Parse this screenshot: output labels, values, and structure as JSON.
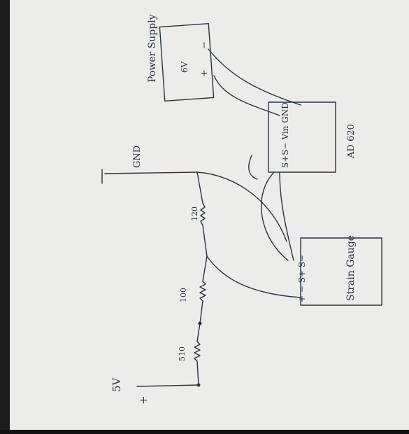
{
  "labels": {
    "power_supply": "Power Supply",
    "supply_voltage": "6V",
    "ps_plus": "+",
    "ps_minus": "−",
    "ad_pins": "S+S− Vin GND",
    "ad_name": "AD 620",
    "gnd": "GND",
    "r120": "120",
    "r100": "100",
    "r510": "510",
    "source": "5V",
    "source_plus": "+",
    "sg_pins": "+ − S+ S−",
    "strain_gauge": "Strain Gauge"
  }
}
